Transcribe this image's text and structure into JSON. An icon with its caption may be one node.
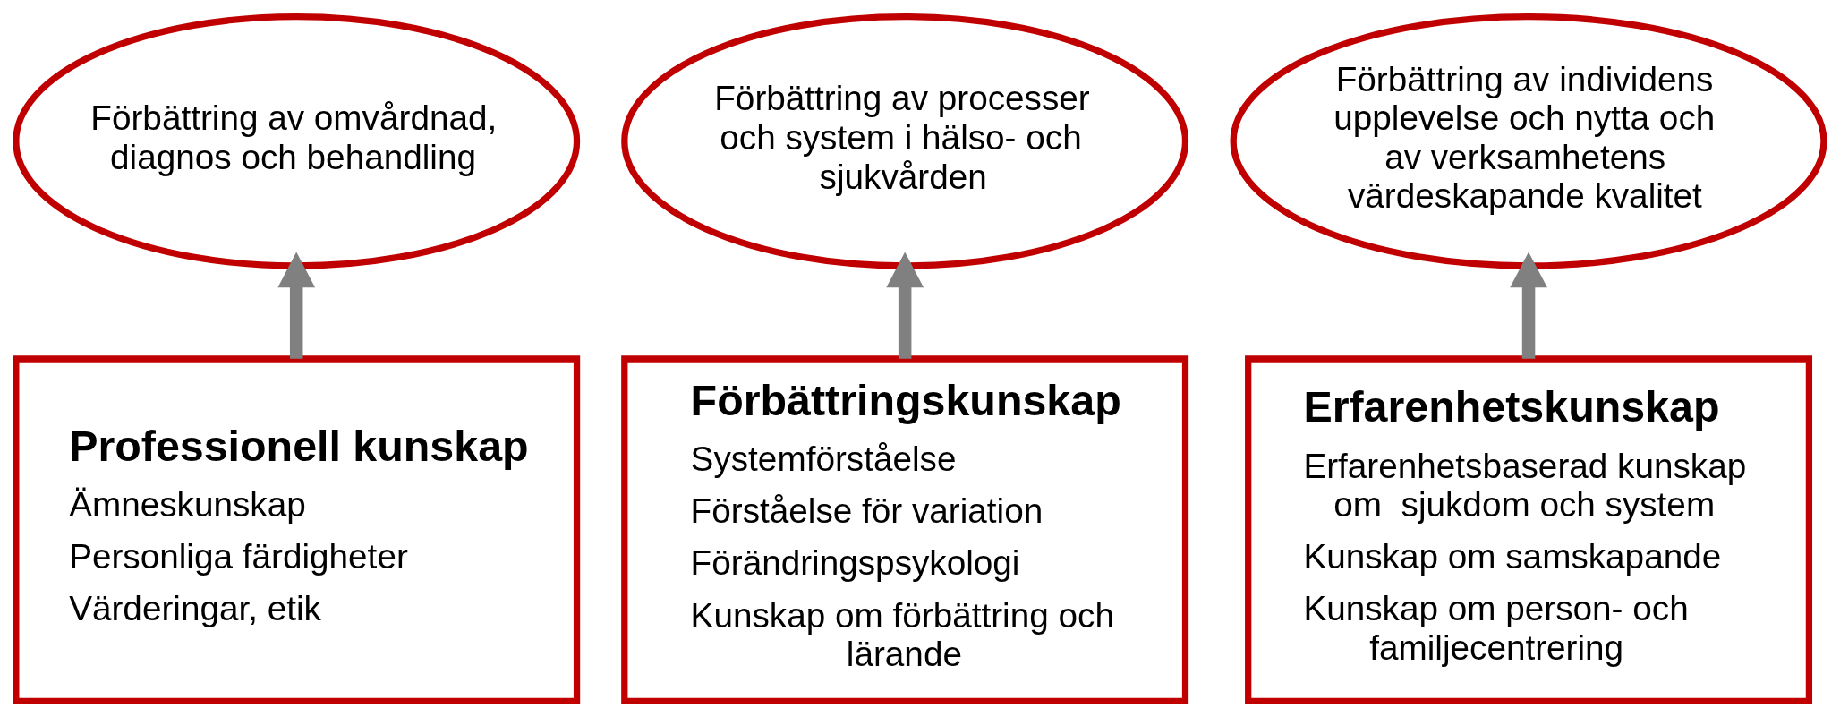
{
  "diagram": {
    "nodes": [
      {
        "text": [
          "Förbättring av omvårdnad, diagnos och behandling"
        ]
      },
      {
        "text": [
          "Förbättring av processer och system i hälso- och sjukvården"
        ]
      },
      {
        "text": [
          "Förbättring av individens upplevelse och nytta och av verksamhetens värdeskapande kvalitet"
        ]
      },
      {
        "text": [
          "Professionell kunskap",
          "Ämneskunskap",
          "Personliga färdigheter",
          "Värderingar, etik"
        ]
      },
      {
        "text": [
          "Förbättringskunskap",
          "Systemförståelse",
          "Förståelse för variation",
          "Förändringspsykologi",
          "Kunskap om förbättring och lärande"
        ]
      },
      {
        "text": [
          "Erfarenhetskunskap",
          "Erfarenhetsbaserad kunskap om  sjukdom och system",
          "Kunskap om samskapande",
          "Kunskap om person- och familjecentrering"
        ]
      }
    ],
    "edges": [
      {
        "from": 3,
        "to": 0,
        "arrow": "to"
      },
      {
        "from": 4,
        "to": 1,
        "arrow": "to"
      },
      {
        "from": 5,
        "to": 2,
        "arrow": "to"
      }
    ]
  }
}
